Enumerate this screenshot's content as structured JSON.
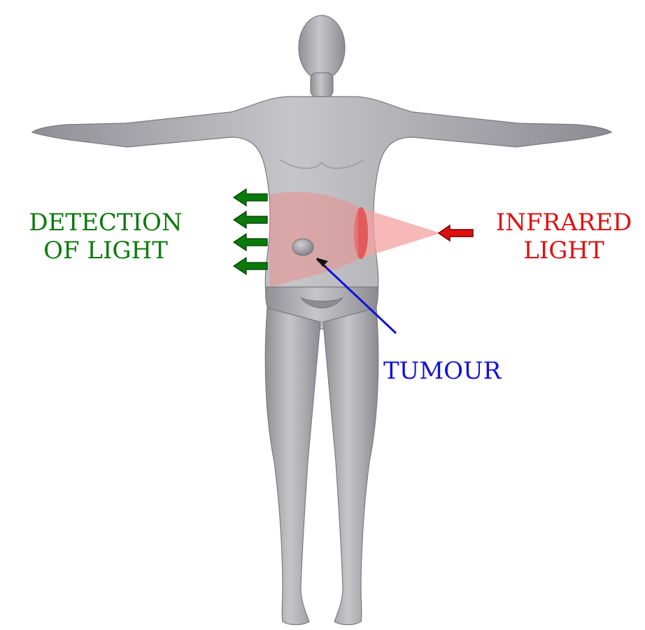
{
  "labels": {
    "detection": [
      "DETECTION",
      "OF LIGHT"
    ],
    "infrared": [
      "INFRARED",
      "LIGHT"
    ],
    "tumour": "TUMOUR"
  },
  "colors": {
    "detection": "#0a7a0a",
    "infrared": "#e01010",
    "tumour": "#1010dd",
    "body": "#a7a7ab",
    "beam": "#f08a8a"
  },
  "icons": {
    "detection_arrows": "arrow-left-icon",
    "infrared_arrow": "arrow-left-icon",
    "tumour_pointer": "arrow-up-left-icon"
  }
}
